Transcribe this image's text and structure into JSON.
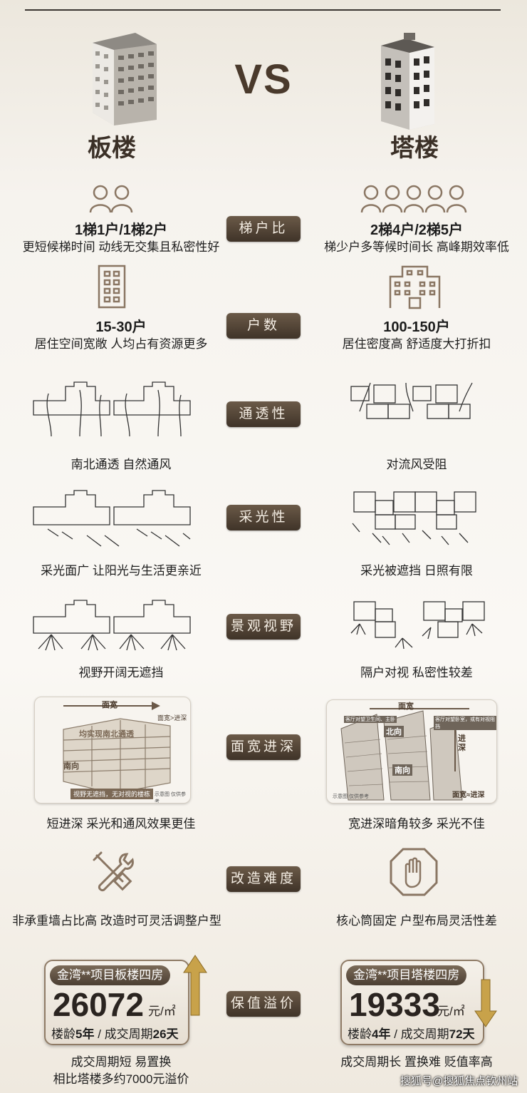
{
  "header": {
    "vs": "VS",
    "left_type": "板楼",
    "right_type": "塔楼"
  },
  "rows": [
    {
      "pill": "梯户比",
      "left_main": "1梯1户/1梯2户",
      "left_sub": "更短候梯时间  动线无交集且私密性好",
      "right_main": "2梯4户/2梯5户",
      "right_sub": "梯少户多等候时间长  高峰期效率低"
    },
    {
      "pill": "户数",
      "left_main": "15-30户",
      "left_sub": "居住空间宽敞  人均占有资源更多",
      "right_main": "100-150户",
      "right_sub": "居住密度高  舒适度大打折扣"
    },
    {
      "pill": "通透性",
      "left_sub": "南北通透 自然通风",
      "right_sub": "对流风受阻"
    },
    {
      "pill": "采光性",
      "left_sub": "采光面广 让阳光与生活更亲近",
      "right_sub": "采光被遮挡 日照有限"
    },
    {
      "pill": "景观视野",
      "left_sub": "视野开阔无遮挡",
      "right_sub": "隔户对视  私密性较差"
    },
    {
      "pill": "面宽进深",
      "left_sub": "短进深  采光和通风效果更佳",
      "right_sub": "宽进深暗角较多  采光不佳"
    },
    {
      "pill": "改造难度",
      "left_sub": "非承重墙占比高  改造时可灵活调整户型",
      "right_sub": "核心筒固定  户型布局灵活性差"
    },
    {
      "pill": "保值溢价",
      "left_sub": "成交周期短  易置换",
      "left_sub2": "相比塔楼多约7000元溢价",
      "right_sub": "成交周期长  置换难  贬值率高"
    }
  ],
  "diagram_labels": {
    "left_top": "面宽",
    "left_side": "面宽>进深",
    "left_mid": "均实现南北通透",
    "left_room": "南向",
    "left_bottom": "视野无遮挡，无对视的楼栋",
    "left_note": "示意图 仅供参考",
    "right_top": "面宽",
    "right_side": "进深",
    "right_room": "北向",
    "right_room2": "南向",
    "right_bottom": "面宽≈进深",
    "right_note": "示意图 仅供参考",
    "right_callout1": "客厅对望卫生间、主卧",
    "right_callout2": "客厅对望卧室，或有对视阻挡"
  },
  "cards": {
    "left": {
      "title": "金湾**项目板楼四房",
      "price": "26072",
      "unit": "元/㎡",
      "age_label": "楼龄",
      "age": "5年",
      "cycle_label": "成交周期",
      "cycle": "26天"
    },
    "right": {
      "title": "金湾**项目塔楼四房",
      "price": "19333",
      "unit": "元/㎡",
      "age_label": "楼龄",
      "age": "4年",
      "cycle_label": "成交周期",
      "cycle": "72天"
    }
  },
  "watermark": "搜狐号@搜狐焦点钦州站",
  "colors": {
    "pill": "#4f4134",
    "icon": "#8a7663",
    "arrow_up": "#c8a24a",
    "arrow_down": "#c8a24a"
  }
}
